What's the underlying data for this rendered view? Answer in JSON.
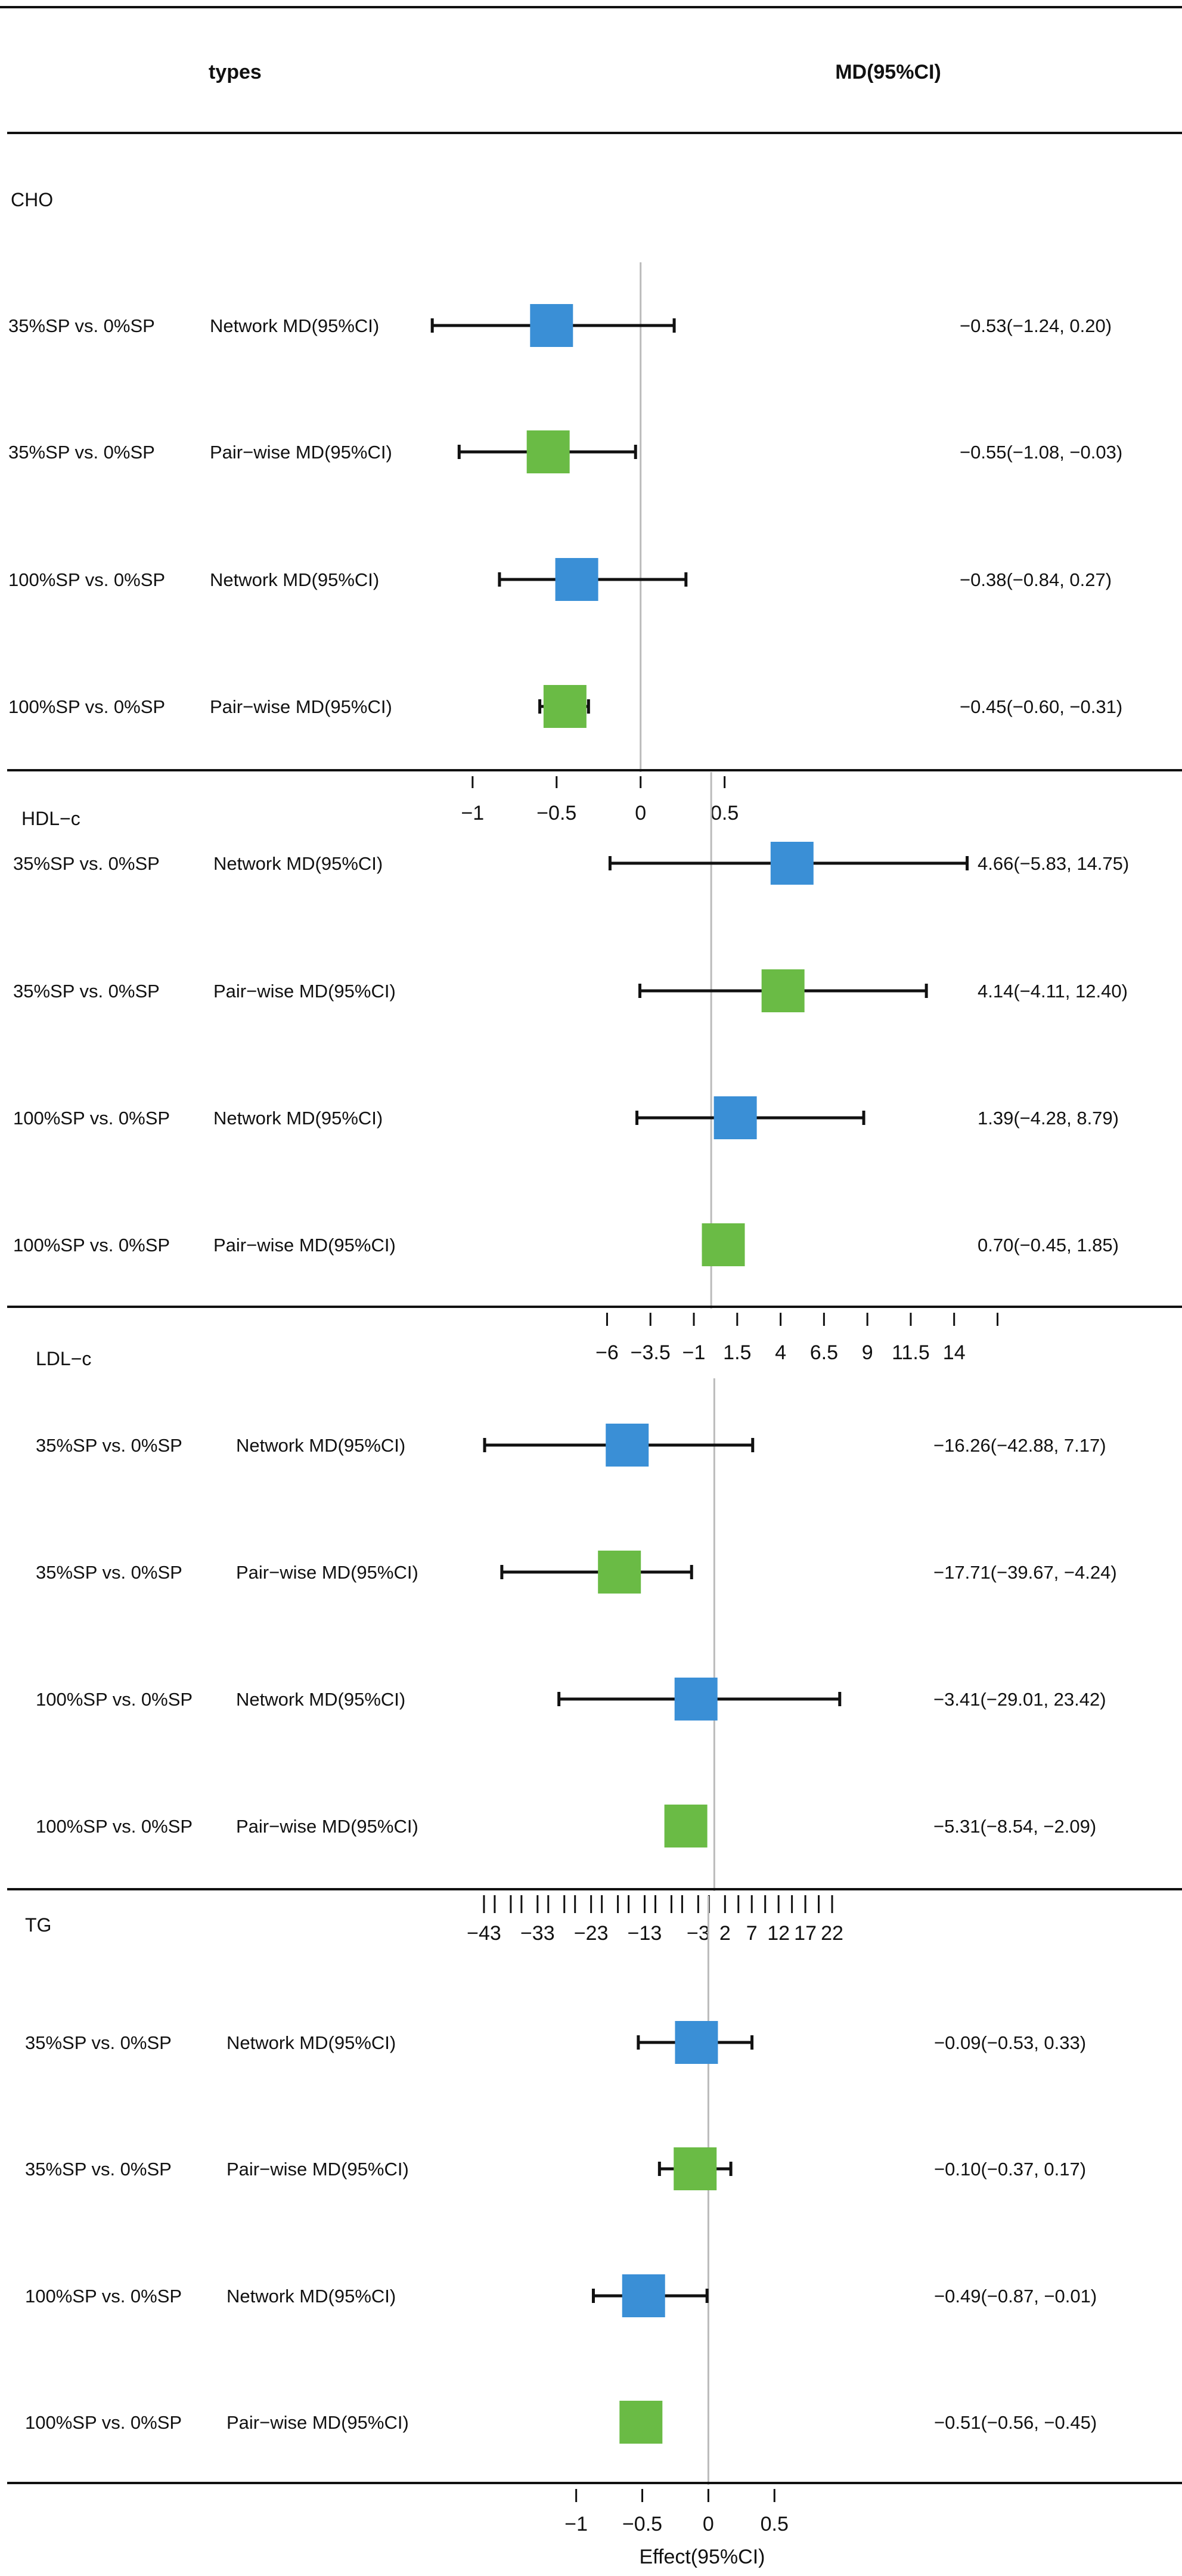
{
  "header": {
    "col1": "types",
    "col2": "MD(95%CI)"
  },
  "x_axis_title": "Effect(95%CI)",
  "colors": {
    "network": "#3a8fd6",
    "pairwise": "#6abb45",
    "ink": "#111111",
    "zero_line": "#bbbbbb"
  },
  "chart_data": [
    {
      "type": "forest",
      "outcome": "CHO",
      "xlim": [
        -1.23,
        0.7
      ],
      "ticks": [
        -1,
        -0.5,
        0,
        0.5
      ],
      "tick_labels": [
        "−1",
        "−0.5",
        "0",
        "0.5"
      ],
      "rows": [
        {
          "comparison": "35%SP vs. 0%SP",
          "method": "Network MD(95%CI)",
          "est": -0.53,
          "lo": -1.24,
          "hi": 0.2,
          "label": "−0.53(−1.24, 0.20)",
          "marker": "network"
        },
        {
          "comparison": "35%SP vs. 0%SP",
          "method": "Pair−wise MD(95%CI)",
          "est": -0.55,
          "lo": -1.08,
          "hi": -0.03,
          "label": "−0.55(−1.08, −0.03)",
          "marker": "pairwise"
        },
        {
          "comparison": "100%SP vs. 0%SP",
          "method": "Network MD(95%CI)",
          "est": -0.38,
          "lo": -0.84,
          "hi": 0.27,
          "label": "−0.38(−0.84, 0.27)",
          "marker": "network"
        },
        {
          "comparison": "100%SP vs. 0%SP",
          "method": "Pair−wise MD(95%CI)",
          "est": -0.45,
          "lo": -0.6,
          "hi": -0.31,
          "label": "−0.45(−0.60, −0.31)",
          "marker": "pairwise"
        }
      ]
    },
    {
      "type": "forest",
      "outcome": "HDL−c",
      "xlim": [
        -6.6,
        14.8
      ],
      "ticks": [
        -6,
        -3.5,
        -1,
        1.5,
        4,
        6.5,
        9,
        11.5,
        14,
        16.5
      ],
      "tick_labels": [
        "−6",
        "−3.5",
        "−1",
        "1.5",
        "4",
        "6.5",
        "9",
        "11.5",
        "14",
        ""
      ],
      "rows": [
        {
          "comparison": "35%SP vs. 0%SP",
          "method": "Network MD(95%CI)",
          "est": 4.66,
          "lo": -5.83,
          "hi": 14.75,
          "label": "4.66(−5.83, 14.75)",
          "marker": "network"
        },
        {
          "comparison": "35%SP vs. 0%SP",
          "method": "Pair−wise MD(95%CI)",
          "est": 4.14,
          "lo": -4.11,
          "hi": 12.4,
          "label": "4.14(−4.11, 12.40)",
          "marker": "pairwise"
        },
        {
          "comparison": "100%SP vs. 0%SP",
          "method": "Network MD(95%CI)",
          "est": 1.39,
          "lo": -4.28,
          "hi": 8.79,
          "label": "1.39(−4.28, 8.79)",
          "marker": "network"
        },
        {
          "comparison": "100%SP vs. 0%SP",
          "method": "Pair−wise MD(95%CI)",
          "est": 0.7,
          "lo": -0.45,
          "hi": 1.85,
          "label": "0.70(−0.45, 1.85)",
          "marker": "pairwise"
        }
      ]
    },
    {
      "type": "forest",
      "outcome": "LDL−c",
      "xlim": [
        -46,
        23
      ],
      "ticks": [
        -43,
        -41,
        -38,
        -36,
        -33,
        -31,
        -28,
        -26,
        -23,
        -21,
        -18,
        -16,
        -13,
        -11,
        -8,
        -6,
        -3,
        -1,
        2,
        4.5,
        7,
        9.5,
        12,
        14.5,
        17,
        19.5,
        22
      ],
      "tick_labels": [
        "−43",
        "",
        "",
        "",
        "−33",
        "",
        "",
        "",
        "−23",
        "",
        "",
        "",
        "−13",
        "",
        "",
        "",
        "−3",
        "",
        "2",
        "",
        "7",
        "",
        "12",
        "",
        "17",
        "",
        "22"
      ],
      "rows": [
        {
          "comparison": "35%SP vs. 0%SP",
          "method": "Network MD(95%CI)",
          "est": -16.26,
          "lo": -42.88,
          "hi": 7.17,
          "label": "−16.26(−42.88, 7.17)",
          "marker": "network"
        },
        {
          "comparison": "35%SP vs. 0%SP",
          "method": "Pair−wise MD(95%CI)",
          "est": -17.71,
          "lo": -39.67,
          "hi": -4.24,
          "label": "−17.71(−39.67, −4.24)",
          "marker": "pairwise"
        },
        {
          "comparison": "100%SP vs. 0%SP",
          "method": "Network MD(95%CI)",
          "est": -3.41,
          "lo": -29.01,
          "hi": 23.42,
          "label": "−3.41(−29.01, 23.42)",
          "marker": "network"
        },
        {
          "comparison": "100%SP vs. 0%SP",
          "method": "Pair−wise MD(95%CI)",
          "est": -5.31,
          "lo": -8.54,
          "hi": -2.09,
          "label": "−5.31(−8.54, −2.09)",
          "marker": "pairwise"
        }
      ]
    },
    {
      "type": "forest",
      "outcome": "TG",
      "xlim": [
        -1.03,
        0.58
      ],
      "ticks": [
        -1,
        -0.5,
        0,
        0.5
      ],
      "tick_labels": [
        "−1",
        "−0.5",
        "0",
        "0.5"
      ],
      "rows": [
        {
          "comparison": "35%SP vs. 0%SP",
          "method": "Network MD(95%CI)",
          "est": -0.09,
          "lo": -0.53,
          "hi": 0.33,
          "label": "−0.09(−0.53, 0.33)",
          "marker": "network"
        },
        {
          "comparison": "35%SP vs. 0%SP",
          "method": "Pair−wise MD(95%CI)",
          "est": -0.1,
          "lo": -0.37,
          "hi": 0.17,
          "label": "−0.10(−0.37, 0.17)",
          "marker": "pairwise"
        },
        {
          "comparison": "100%SP vs. 0%SP",
          "method": "Network MD(95%CI)",
          "est": -0.49,
          "lo": -0.87,
          "hi": -0.01,
          "label": "−0.49(−0.87, −0.01)",
          "marker": "network"
        },
        {
          "comparison": "100%SP vs. 0%SP",
          "method": "Pair−wise MD(95%CI)",
          "est": -0.51,
          "lo": -0.56,
          "hi": -0.45,
          "label": "−0.51(−0.56, −0.45)",
          "marker": "pairwise"
        }
      ]
    }
  ]
}
